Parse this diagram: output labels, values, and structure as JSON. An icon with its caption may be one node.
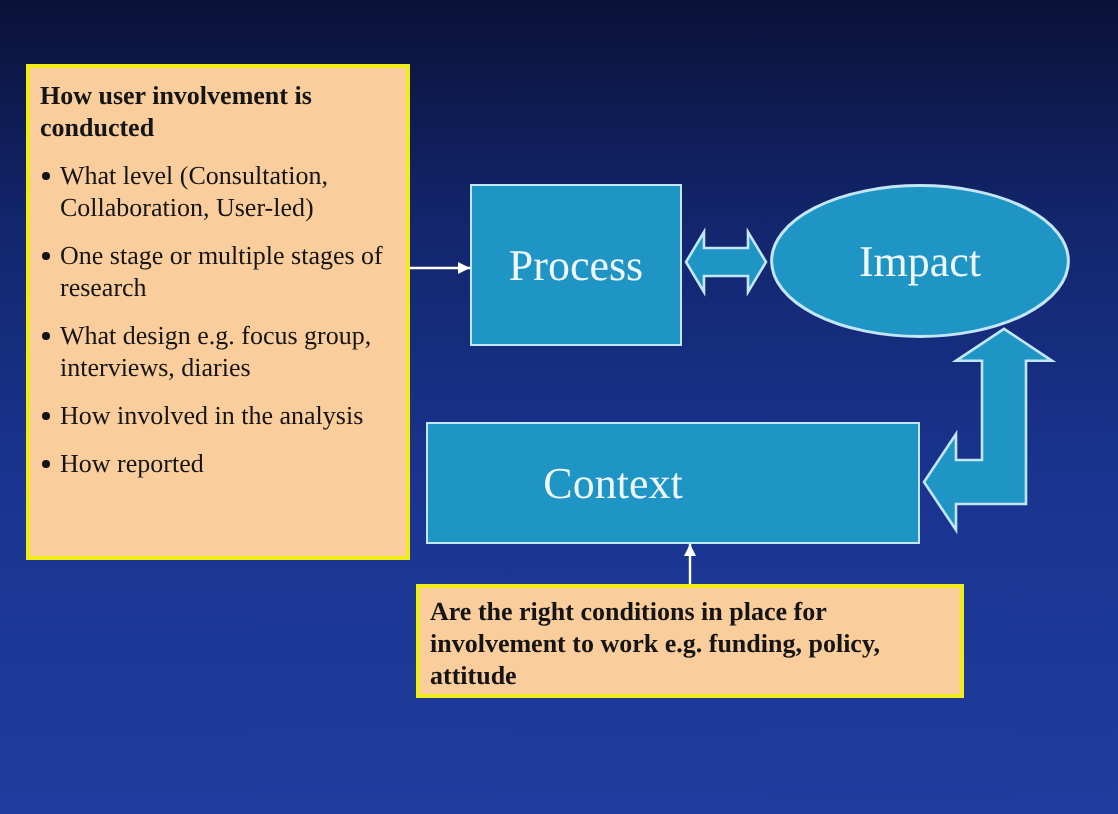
{
  "diagram": {
    "nodes": [
      {
        "text": [
          "How user involvement is conducted",
          "What level (Consultation, Collaboration, User-led)",
          "One stage or multiple stages of research",
          "What design e.g. focus group, interviews, diaries",
          "How involved in the analysis",
          "How reported"
        ]
      },
      {
        "text": [
          "Process"
        ]
      },
      {
        "text": [
          "Impact"
        ]
      },
      {
        "text": [
          "Context"
        ]
      },
      {
        "text": [
          "Are the right conditions in place for involvement to work e.g. funding, policy, attitude"
        ]
      }
    ],
    "edges": [
      {
        "from": 0,
        "to": 1,
        "arrow": "to"
      },
      {
        "from": 1,
        "to": 2,
        "arrow": "both",
        "style": "thick"
      },
      {
        "from": 3,
        "to": 2,
        "arrow": "both",
        "style": "thick"
      },
      {
        "from": 4,
        "to": 3,
        "arrow": "to"
      }
    ]
  }
}
